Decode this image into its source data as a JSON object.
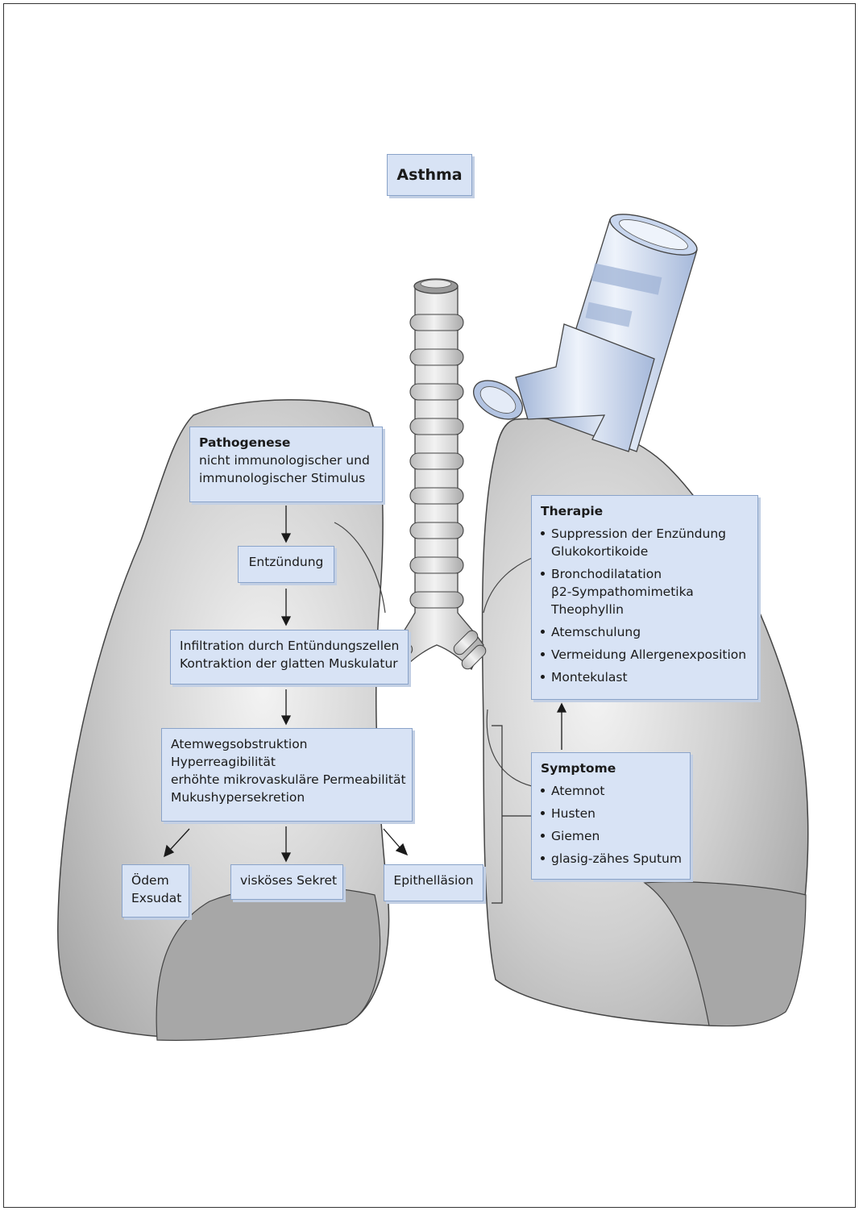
{
  "title": "Asthma",
  "pathogenese": {
    "heading": "Pathogenese",
    "lines": [
      "nicht immunologischer und",
      "immunologischer Stimulus"
    ]
  },
  "entzuendung": "Entzündung",
  "infiltration": {
    "lines": [
      "Infiltration durch Entündungszellen",
      "Kontraktion der glatten Muskulatur"
    ]
  },
  "obstruktion": {
    "lines": [
      "Atemwegsobstruktion",
      "Hyperreagibilität",
      "erhöhte mikrovaskuläre Permeabilität",
      "Mukushypersekretion"
    ]
  },
  "outcomes": {
    "oedem": [
      "Ödem",
      "Exsudat"
    ],
    "sekret": "visköses Sekret",
    "epithel": "Epithelläsion"
  },
  "therapie": {
    "heading": "Therapie",
    "items": [
      {
        "main": "Suppression der Enzündung",
        "sub": "Glukokortikoide"
      },
      {
        "main": "Bronchodilatation",
        "sub": "β2-Sympathomimetika",
        "sub2": "Theophyllin"
      },
      {
        "main": "Atemschulung"
      },
      {
        "main": "Vermeidung Allergenexposition"
      },
      {
        "main": "Montekulast"
      }
    ]
  },
  "symptome": {
    "heading": "Symptome",
    "items": [
      "Atemnot",
      "Husten",
      "Giemen",
      "glasig-zähes Sputum"
    ]
  },
  "colors": {
    "box_fill": "#d8e3f5",
    "box_border": "#8aa3c9",
    "lung_fill": "#c9c9c9",
    "lung_dark": "#a7a7a7",
    "inhaler": "#c8d6ee"
  },
  "icons": [
    "left-lung-icon",
    "right-lung-icon",
    "trachea-icon",
    "inhaler-icon"
  ]
}
